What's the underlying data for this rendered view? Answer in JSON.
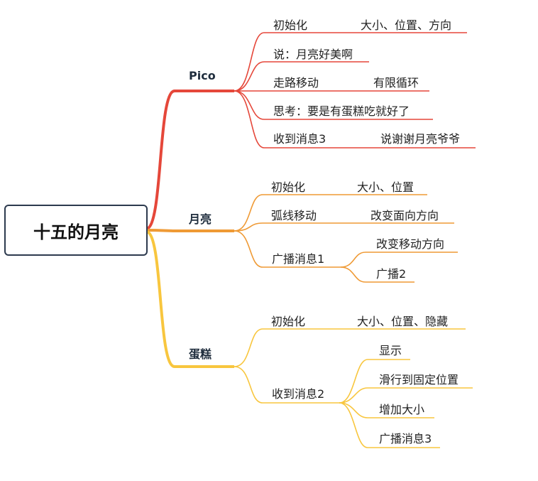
{
  "root": "十五的月亮",
  "branches": [
    {
      "label": "Pico",
      "color": "#e5473a",
      "children": [
        {
          "label": "初始化",
          "detail": "大小、位置、方向"
        },
        {
          "label": "说：月亮好美啊"
        },
        {
          "label": "走路移动",
          "detail": "有限循环"
        },
        {
          "label": "思考：要是有蛋糕吃就好了"
        },
        {
          "label": "收到消息3",
          "detail": "说谢谢月亮爷爷"
        }
      ]
    },
    {
      "label": "月亮",
      "color": "#ef9a35",
      "children": [
        {
          "label": "初始化",
          "detail": "大小、位置"
        },
        {
          "label": "弧线移动",
          "detail": "改变面向方向"
        },
        {
          "label": "广播消息1",
          "children": [
            "改变移动方向",
            "广播2"
          ]
        }
      ]
    },
    {
      "label": "蛋糕",
      "color": "#f8c63e",
      "children": [
        {
          "label": "初始化",
          "detail": "大小、位置、隐藏"
        },
        {
          "label": "收到消息2",
          "children": [
            "显示",
            "滑行到固定位置",
            "增加大小",
            "广播消息3"
          ]
        }
      ]
    }
  ]
}
